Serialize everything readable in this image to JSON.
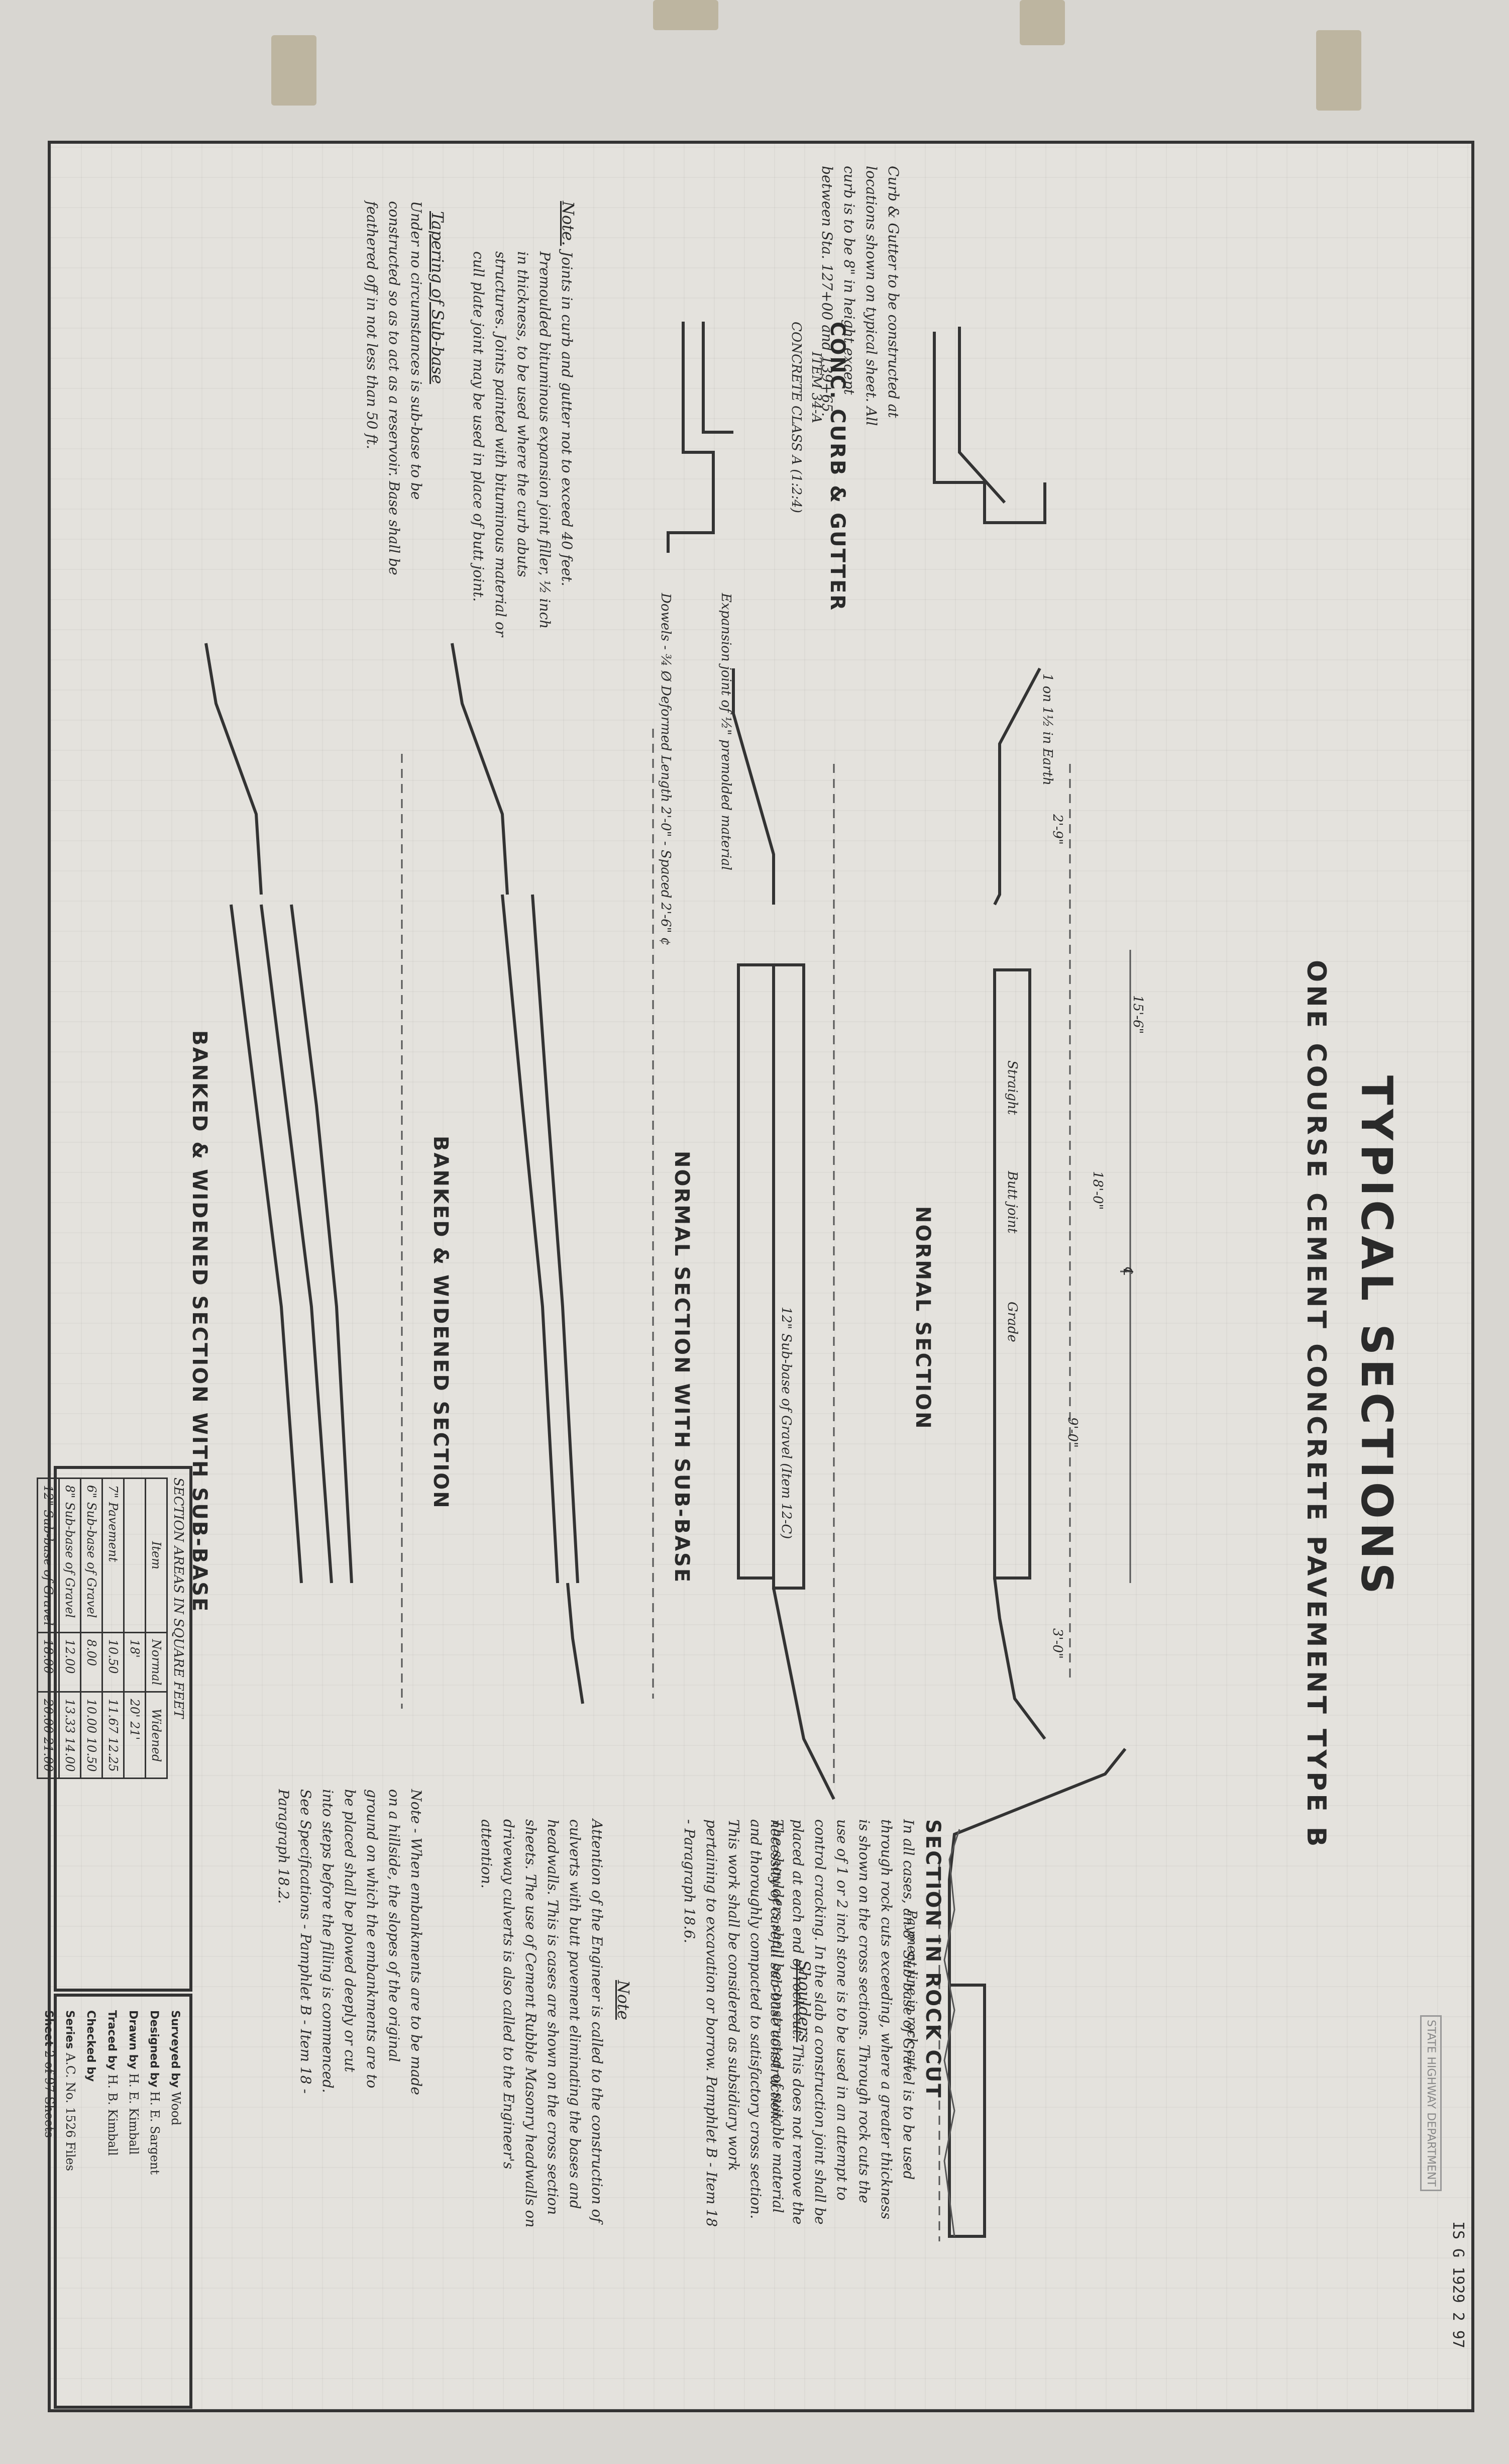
{
  "title": "TYPICAL SECTIONS",
  "subtitle": "ONE COURSE CEMENT CONCRETE PAVEMENT TYPE B",
  "sheet_code": "IS G 1929  2  97",
  "sections": {
    "normal": "NORMAL SECTION",
    "normal_subbase": "NORMAL SECTION WITH SUB-BASE",
    "banked": "BANKED & WIDENED SECTION",
    "banked_subbase": "BANKED & WIDENED SECTION WITH SUB-BASE",
    "rock_cut": "SECTION IN ROCK CUT",
    "curb": "CONC. CURB & GUTTER",
    "curb_item": "ITEM 34-A",
    "curb_mix": "CONCRETE CLASS A (1:2:4)"
  },
  "labels": {
    "straight": "Straight",
    "butt_joint": "Butt joint",
    "grade": "Grade",
    "center_line": "℄",
    "subbase_gravel": "12\" Sub-base of Gravel (Item 12-C)",
    "slope_earth": "1 on 1½ in Earth",
    "rock_line": "Payment line in rock cut",
    "width_18": "18'-0\"",
    "width_9": "9'-0\"",
    "width_3": "3'-0\"",
    "width_2_9": "2'-9\"",
    "width_15_6": "15'-6\"",
    "dowels": "Dowels - ¾ Ø Deformed Length 2'-0\" - Spaced 2'-6\" ¢",
    "expansion": "Expansion joint of ½\" premolded material"
  },
  "notes": {
    "curb_note": "Curb & Gutter to be constructed at locations shown on typical sheet. All curb is to be 8\" in height except between Sta. 127+00 and 139+65.",
    "joint_note_head": "Note.",
    "joint_note": "Joints in curb and gutter not to exceed 40 feet. Premoulded bituminous expansion joint filler, ½ inch in thickness, to be used where the curb abuts structures. Joints painted with bituminous material or cull plate joint may be used in place of butt joint.",
    "subbase_head": "Tapering of Sub-base",
    "subbase_note": "Under no circumstances is sub-base to be constructed so as to act as a reservoir. Base shall be feathered off in not less than 50 ft.",
    "rock_note": "In all cases, an 8\" Sub-base of Gravel is to be used through rock cuts exceeding, where a greater thickness is shown on the cross sections. Through rock cuts the use of 1 or 2 inch stone is to be used in an attempt to control cracking. In the slab a construction joint shall be placed at each end of rock cut. This does not remove the necessity of careful sub-base construction.",
    "shoulders_head": "Shoulders",
    "shoulders_note": "The shoulders shall be constructed of suitable material and thoroughly compacted to satisfactory cross section. This work shall be considered as subsidiary work pertaining to excavation or borrow. Pamphlet B - Item 18 - Paragraph 18.6.",
    "note_head": "Note",
    "attention_note": "Attention of the Engineer is called to the construction of culverts with butt pavement eliminating the bases and headwalls. This is cases are shown on the cross section sheets. The use of Cement Rubble Masonry headwalls on driveway culverts is also called to the Engineer's attention.",
    "embankment_note": "Note - When embankments are to be made on a hillside, the slopes of the original ground on which the embankments are to be placed shall be plowed deeply or cut into steps before the filling is commenced. See Specifications - Pamphlet B - Item 18 - Paragraph 18.2."
  },
  "area_table": {
    "title": "SECTION AREAS IN SQUARE FEET",
    "headers": [
      "Item",
      "Normal",
      "Widened"
    ],
    "rows": [
      [
        "",
        "18'",
        "20'  21'"
      ],
      [
        "7\" Pavement",
        "10.50",
        "11.67  12.25"
      ],
      [
        "6\" Sub-base of Gravel",
        "8.00",
        "10.00  10.50"
      ],
      [
        "8\" Sub-base of Gravel",
        "12.00",
        "13.33  14.00"
      ],
      [
        "12\" Sub-base of Gravel",
        "18.00",
        "20.00  21.00"
      ]
    ]
  },
  "credits": [
    {
      "role": "Surveyed by",
      "name": "Wood"
    },
    {
      "role": "Designed by",
      "name": "H. E. Sargent"
    },
    {
      "role": "Drawn by",
      "name": "H. E. Kimball"
    },
    {
      "role": "Traced by",
      "name": "H. B. Kimball"
    },
    {
      "role": "Checked by",
      "name": ""
    },
    {
      "role": "Series",
      "name": "A.C. No. 1526   Files"
    },
    {
      "role": "Sheet",
      "name": "2 of 97 Sheets"
    }
  ],
  "stamp": "STATE HIGHWAY DEPARTMENT"
}
